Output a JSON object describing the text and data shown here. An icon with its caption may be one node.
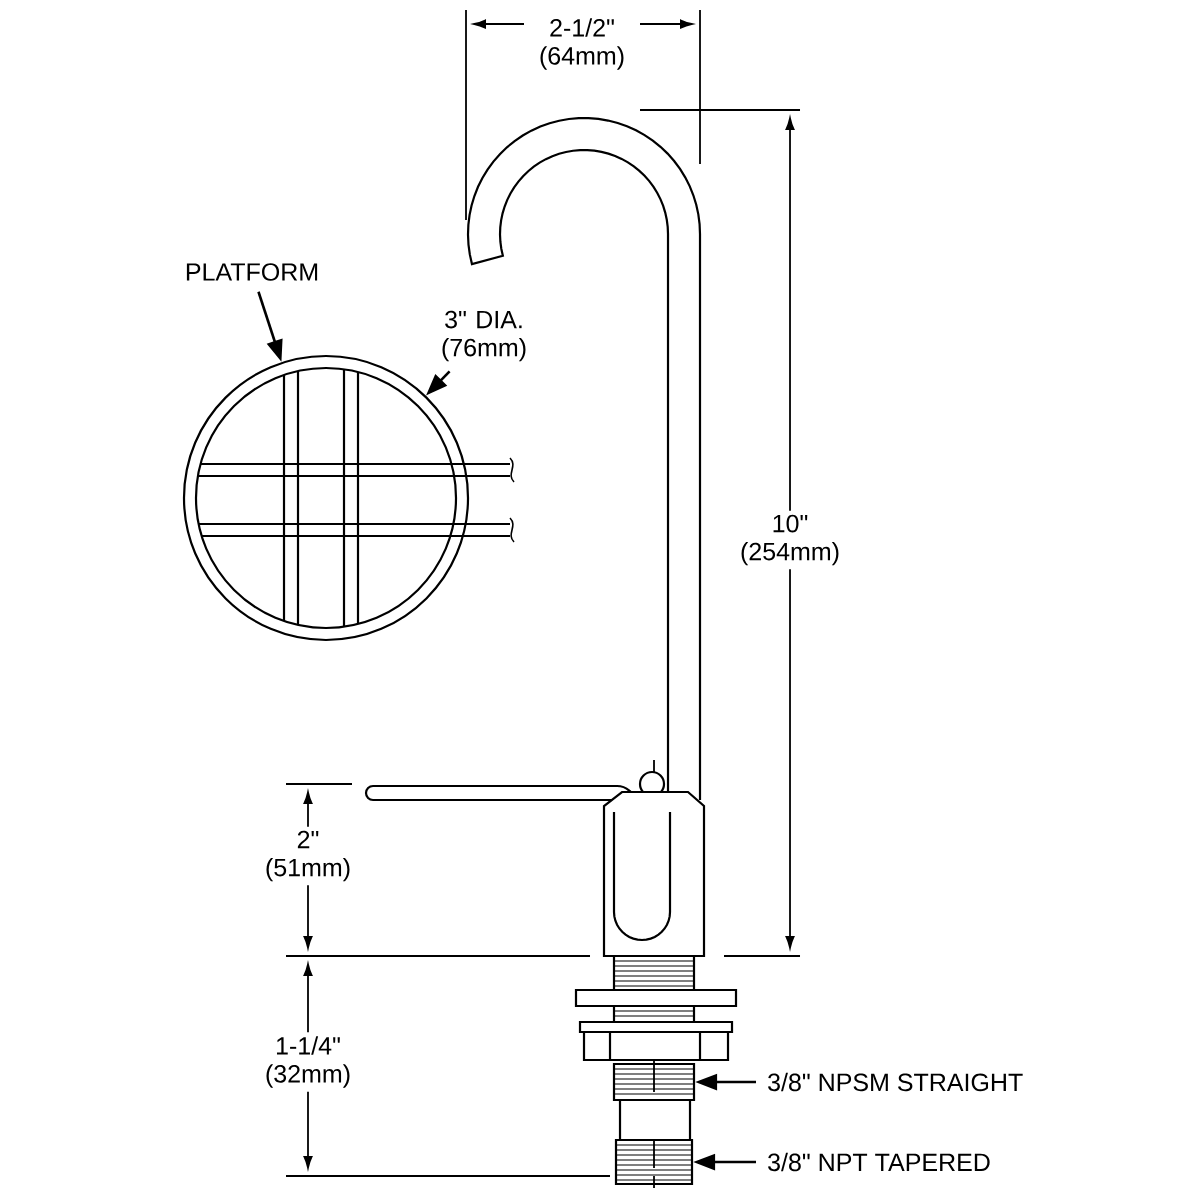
{
  "diagram": {
    "nodes": [
      {
        "text": [
          "PLATFORM"
        ]
      },
      {
        "text": [
          "3\" DIA. (76mm)"
        ]
      },
      {
        "text": [],
        "shape": "circle"
      },
      {
        "text": [
          "3/8\" NPSM STRAIGHT"
        ]
      },
      {
        "text": [
          "3/8\" NPT TAPERED"
        ]
      },
      {
        "text": [],
        "shape": "box"
      },
      {
        "text": [],
        "shape": "box"
      }
    ],
    "edges": [
      {
        "from": 0,
        "to": 2,
        "arrow": "to"
      },
      {
        "from": 1,
        "to": 2,
        "arrow": "to"
      },
      {
        "from": 3,
        "to": 5,
        "arrow": "to"
      },
      {
        "from": 4,
        "to": 6,
        "arrow": "to"
      }
    ],
    "labels": [
      "2-1/2\" (64mm)",
      "10\" (254mm)",
      "2\" (51mm)",
      "1-1/4\" (32mm)"
    ]
  }
}
